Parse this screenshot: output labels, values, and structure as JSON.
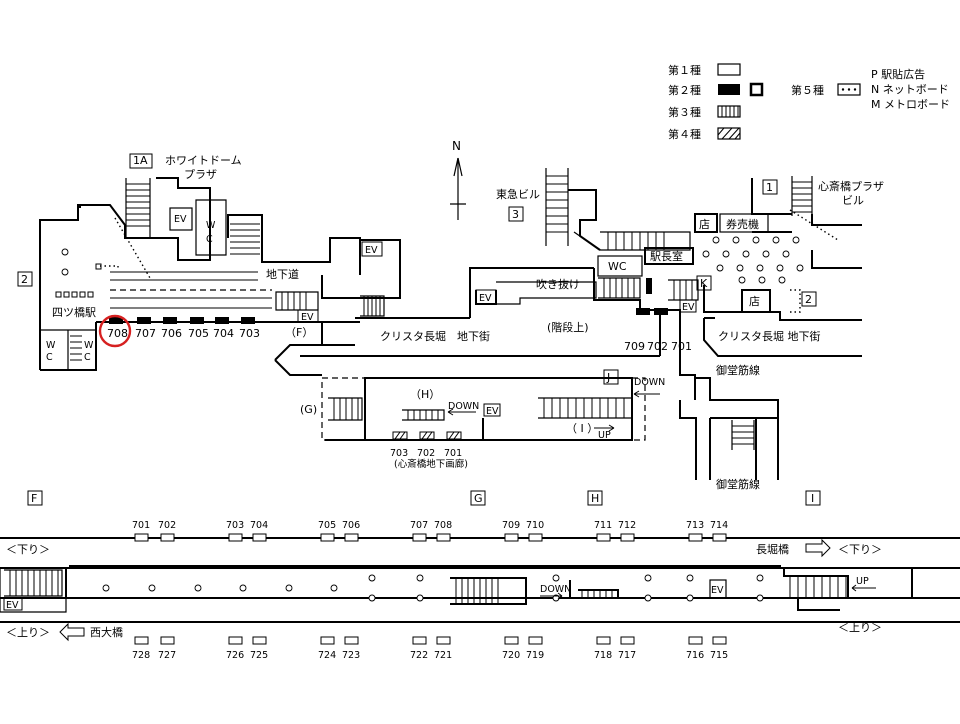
{
  "legend": {
    "type1": "第１種",
    "type2": "第２種",
    "type3": "第３種",
    "type4": "第４種",
    "type5": "第５種",
    "p": "P 駅貼広告",
    "n": "N ネットボード",
    "m": "M メトロボード"
  },
  "compass": "N",
  "labels": {
    "exit_1a": "1A",
    "white_dome": "ホワイトドーム",
    "plaza": "プラザ",
    "exit_2_left": "2",
    "yotsubashi": "四ツ橋駅",
    "chikado": "地下道",
    "f_paren": "（F）",
    "ev": "EV",
    "wc": "WC",
    "w": "W",
    "c": "C",
    "tokyu": "東急ビル",
    "exit_3": "3",
    "fukinuke": "吹き抜け",
    "ekichoshitsu": "駅長室",
    "mise": "店",
    "kenbaiki": "券売機",
    "k": "K",
    "exit_1": "1",
    "shinsaibashi_plaza": "心斎橋プラザ",
    "biru": "ビル",
    "exit_2_right": "2",
    "crysta_left": "クリスタ長堀　地下街",
    "kaidanue": "(階段上)",
    "crysta_right": "クリスタ長堀 地下街",
    "midosuji_1": "御堂筋線",
    "midosuji_2": "御堂筋線",
    "g_paren": "(G)",
    "h_paren": "（H）",
    "i_paren": "（ I ）",
    "j": "J",
    "down": "DOWN",
    "up": "UP",
    "gallery": "(心斎橋地下画廊)",
    "sec_f": "F",
    "sec_g": "G",
    "sec_h": "H",
    "sec_i": "I",
    "kudari_left": "＜下り＞",
    "kudari_right": "＜下り＞",
    "nagahoribashi": "長堀橋",
    "nobori_left": "＜上り＞",
    "nishiohashi": "西大橋",
    "nobori_right": "＜上り＞",
    "platform_down": "DOWN",
    "platform_up": "UP"
  },
  "boards_left": [
    "708",
    "707",
    "706",
    "705",
    "704",
    "703"
  ],
  "boards_right": [
    "709",
    "702",
    "701"
  ],
  "boards_gallery": [
    "703",
    "702",
    "701"
  ],
  "platform_top": [
    "701",
    "702",
    "703",
    "704",
    "705",
    "706",
    "707",
    "708",
    "709",
    "710",
    "711",
    "712",
    "713",
    "714"
  ],
  "platform_bottom": [
    "728",
    "727",
    "726",
    "725",
    "724",
    "723",
    "722",
    "721",
    "720",
    "719",
    "718",
    "717",
    "716",
    "715"
  ],
  "highlight": "708",
  "colors": {
    "highlight": "#d62020",
    "line": "#000000"
  }
}
